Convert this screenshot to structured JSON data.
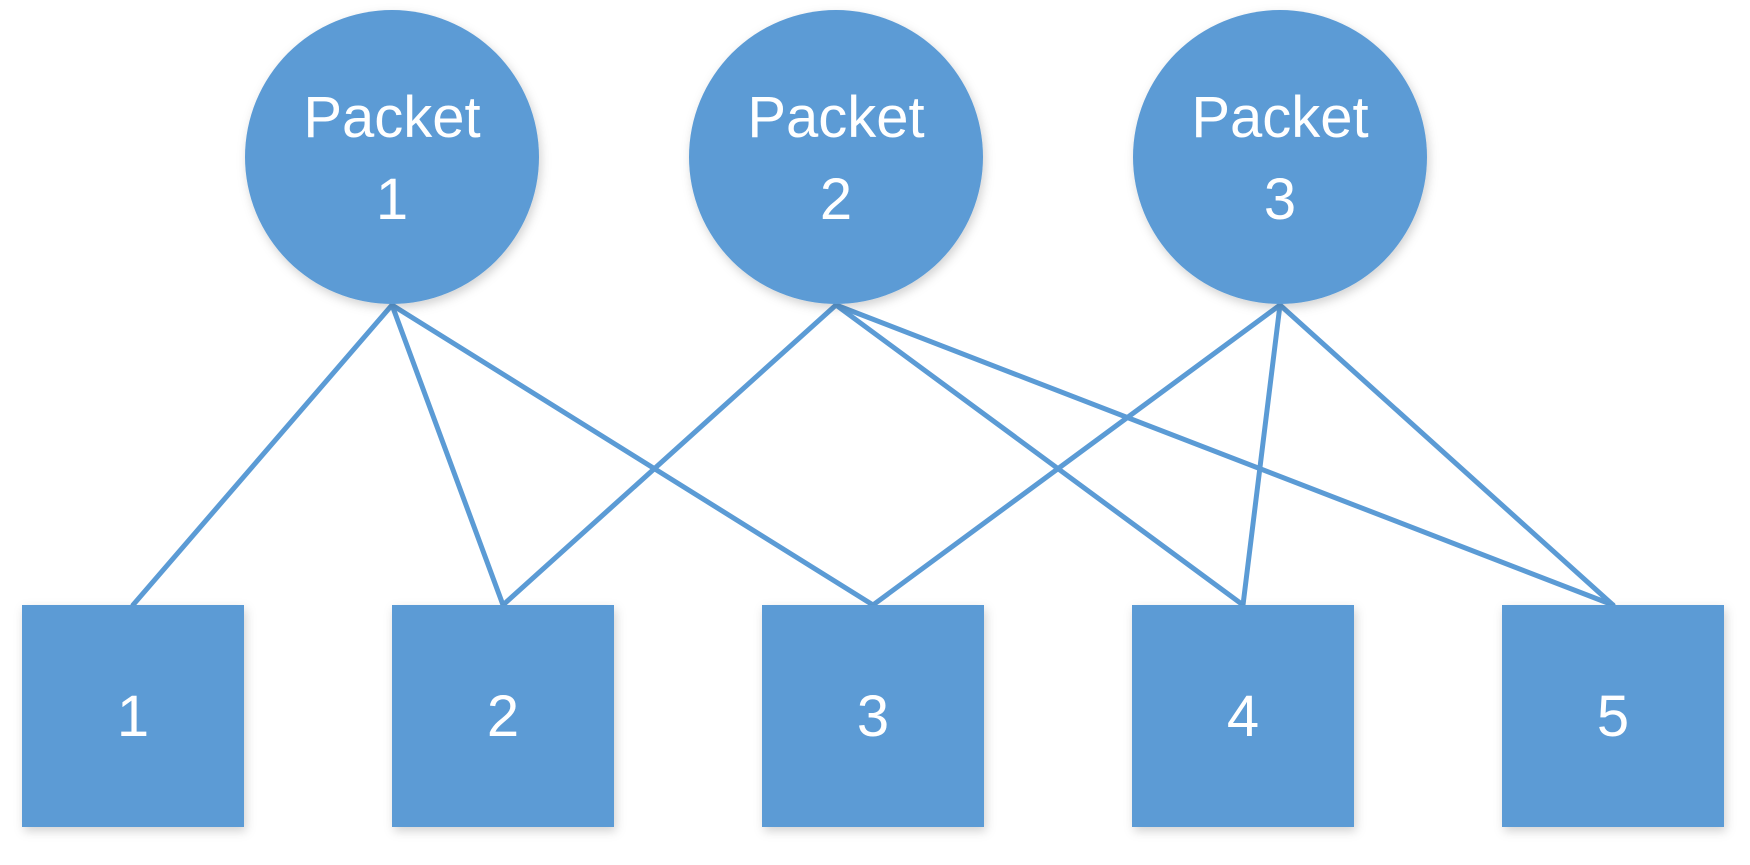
{
  "colors": {
    "node_fill": "#5b9bd5",
    "edge_stroke": "#5b9bd5",
    "label": "#ffffff",
    "background": "#ffffff"
  },
  "packets": [
    {
      "id": "p1",
      "line1": "Packet",
      "line2": "1"
    },
    {
      "id": "p2",
      "line1": "Packet",
      "line2": "2"
    },
    {
      "id": "p3",
      "line1": "Packet",
      "line2": "3"
    }
  ],
  "blocks": [
    {
      "id": "b1",
      "label": "1"
    },
    {
      "id": "b2",
      "label": "2"
    },
    {
      "id": "b3",
      "label": "3"
    },
    {
      "id": "b4",
      "label": "4"
    },
    {
      "id": "b5",
      "label": "5"
    }
  ],
  "edges": [
    {
      "from": "p1",
      "to": "b1"
    },
    {
      "from": "p1",
      "to": "b2"
    },
    {
      "from": "p1",
      "to": "b3"
    },
    {
      "from": "p2",
      "to": "b2"
    },
    {
      "from": "p2",
      "to": "b4"
    },
    {
      "from": "p2",
      "to": "b5"
    },
    {
      "from": "p3",
      "to": "b3"
    },
    {
      "from": "p3",
      "to": "b4"
    },
    {
      "from": "p3",
      "to": "b5"
    }
  ]
}
